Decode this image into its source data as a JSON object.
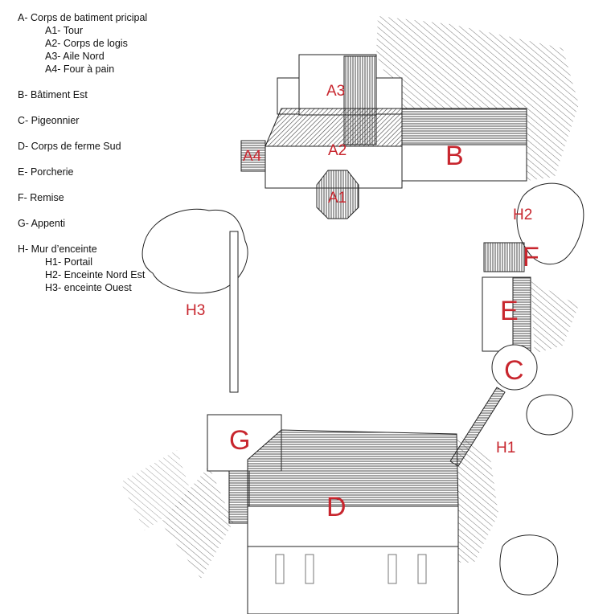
{
  "legend": {
    "A": "A- Corps de batiment pricipal",
    "A1": "A1- Tour",
    "A2": "A2- Corps de logis",
    "A3": "A3- Aile Nord",
    "A4": "A4- Four à pain",
    "B": "B- Bâtiment Est",
    "C": "C- Pigeonnier",
    "D": "D- Corps de ferme Sud",
    "E": "E- Porcherie",
    "F": "F- Remise",
    "G": "G- Appenti",
    "H": "H- Mur d’enceinte",
    "H1": "H1- Portail",
    "H2": "H2- Enceinte Nord Est",
    "H3": "H3- enceinte Ouest"
  },
  "labels": {
    "A1": "A1",
    "A2": "A2",
    "A3": "A3",
    "A4": "A4",
    "B": "B",
    "C": "C",
    "D": "D",
    "E": "E",
    "F": "F",
    "G": "G",
    "H1": "H1",
    "H2": "H2",
    "H3": "H3"
  },
  "colors": {
    "label": "#c8262e",
    "ink": "#222222"
  }
}
